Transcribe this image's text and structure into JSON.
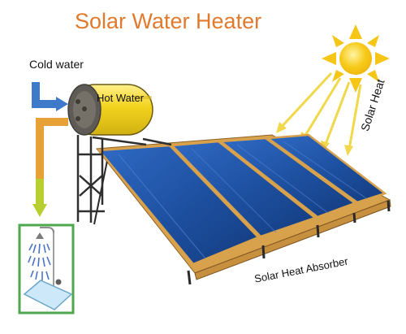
{
  "title": "Solar Water Heater",
  "labels": {
    "cold_water": "Cold water",
    "hot_water": "Hot Water",
    "solar_heat": "Solar Heat",
    "absorber": "Solar Heat Absorber"
  },
  "colors": {
    "title": "#e07a2e",
    "tank": "#f2d21c",
    "panel": "#1f55a8",
    "frame": "#d8a24c",
    "sun": "#f5c518",
    "arrow": "#f0d84a",
    "cold_arrow": "#3f79c9",
    "warm_arrow": "#e6a236",
    "shower_frame": "#4da84d"
  }
}
